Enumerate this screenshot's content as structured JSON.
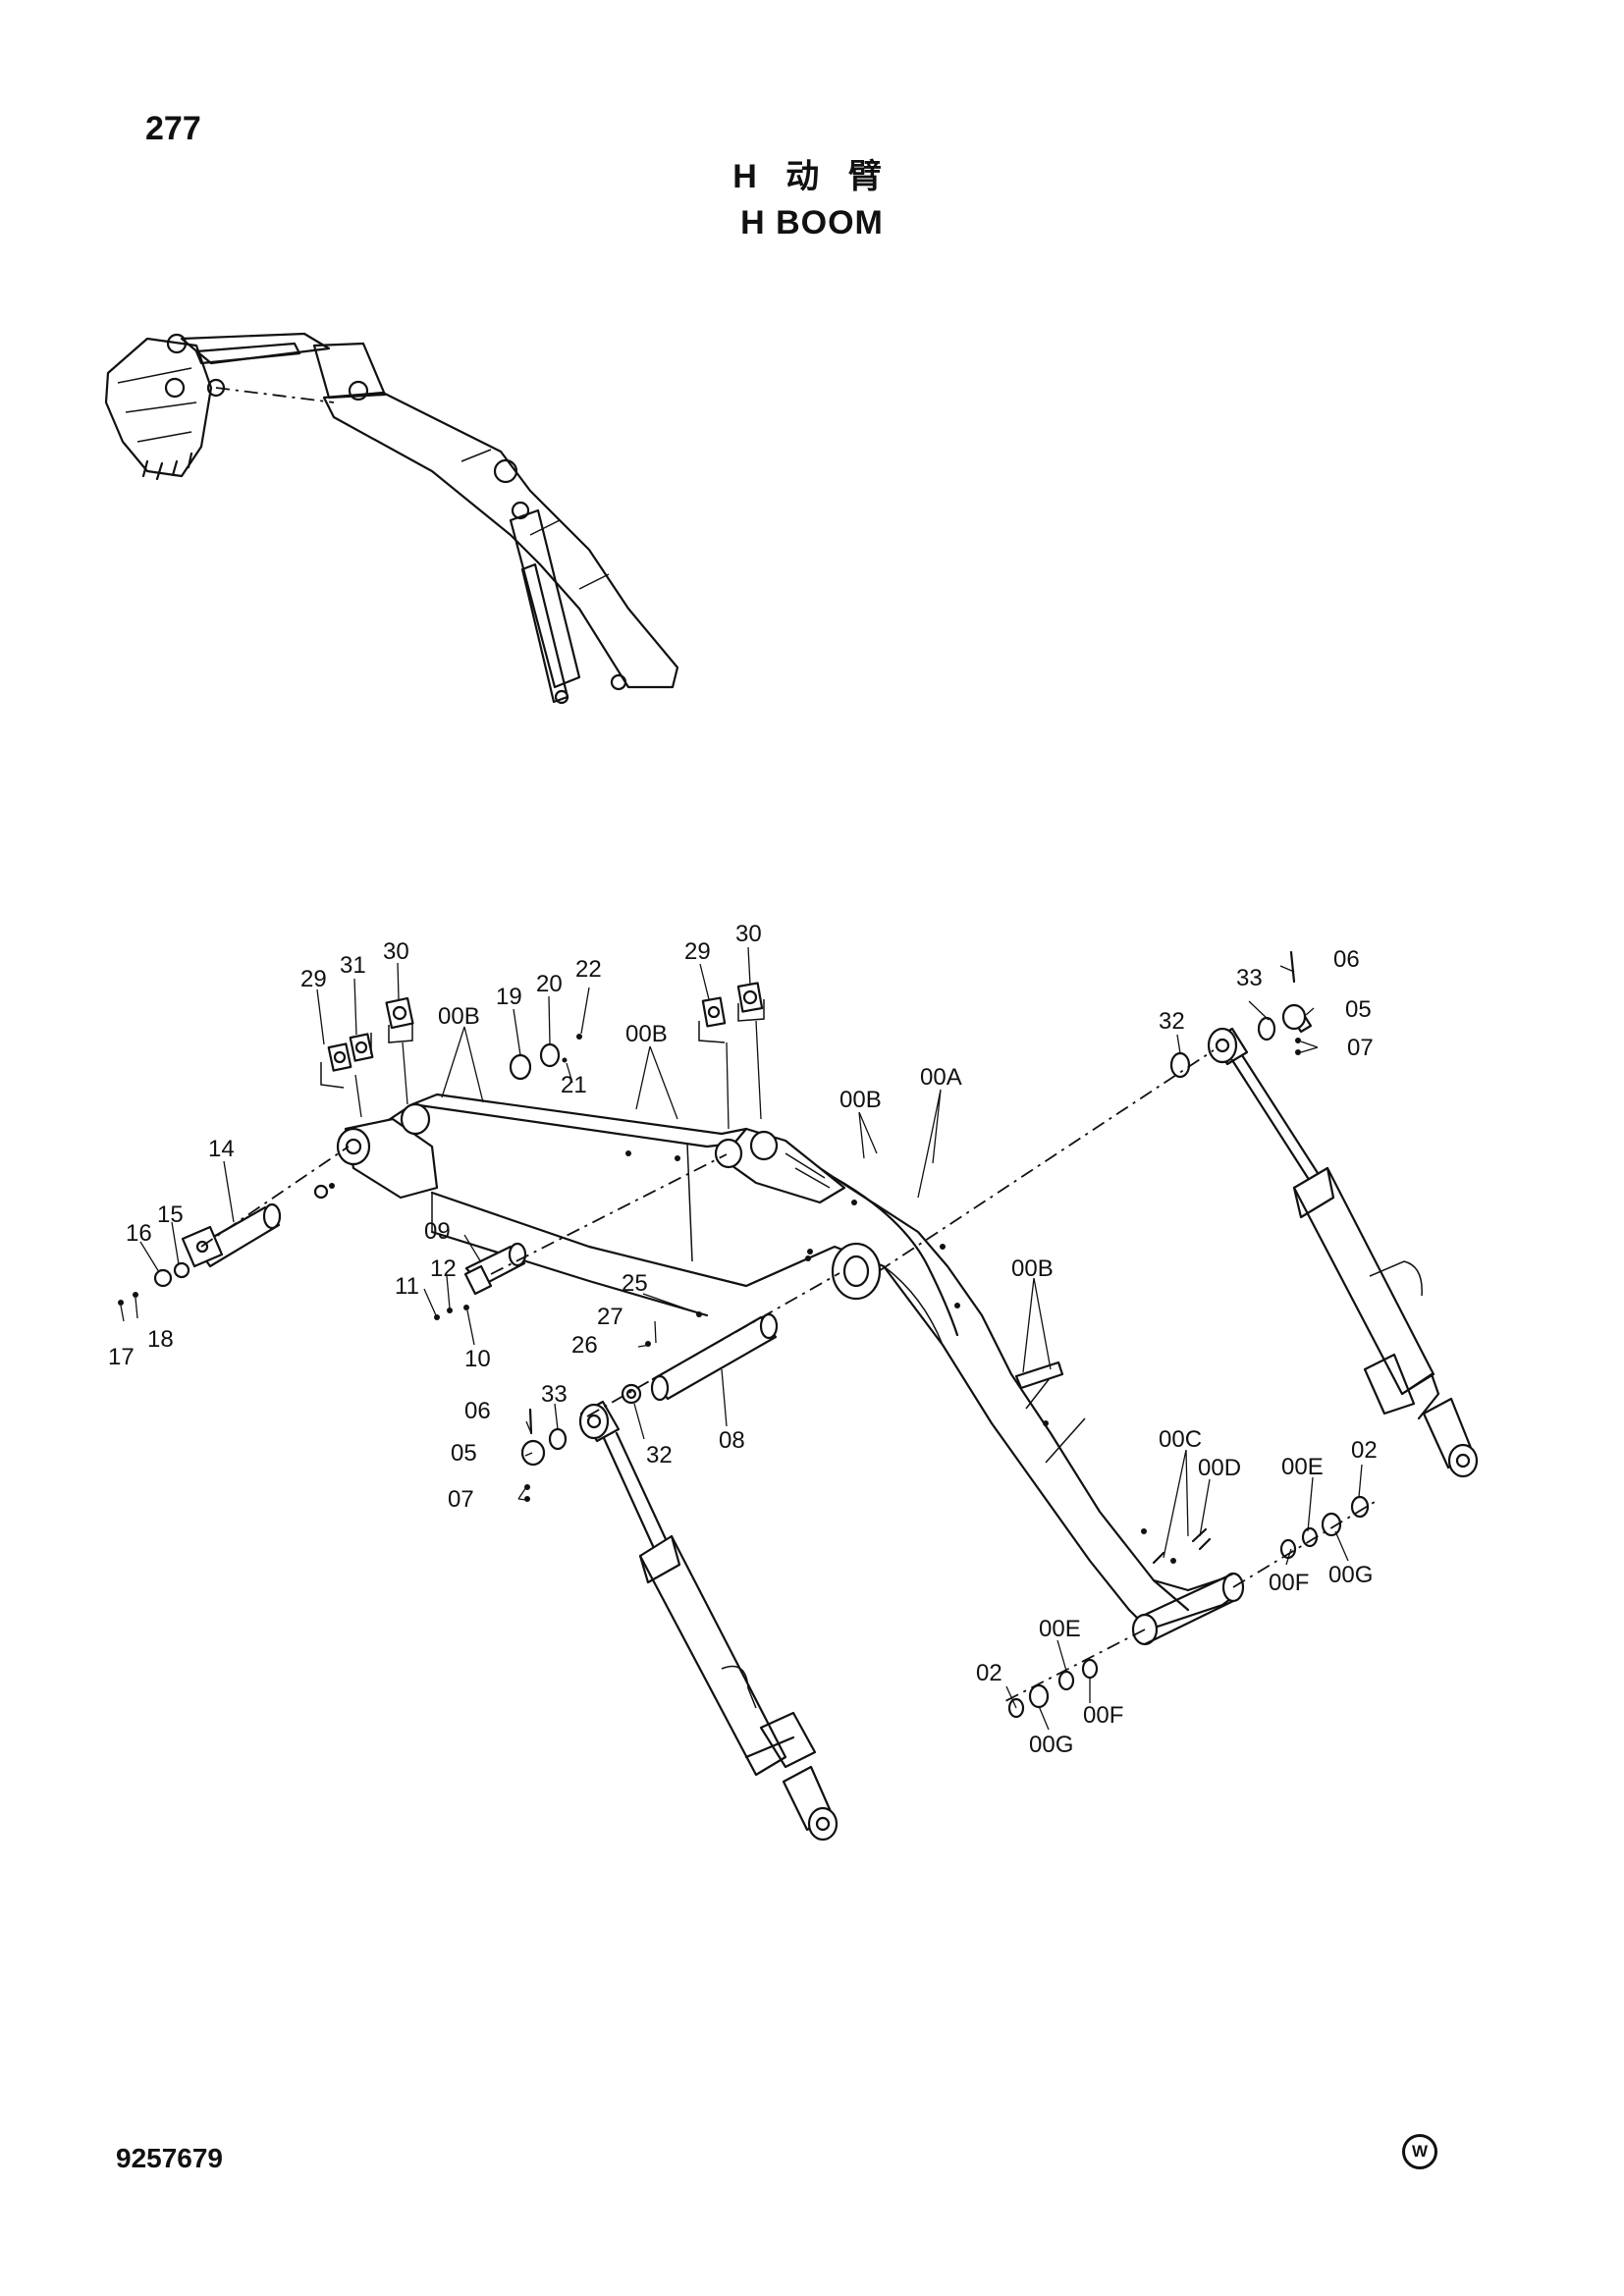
{
  "header": {
    "page_number": "277",
    "title_cn": "H 动 臂",
    "title_en": "H BOOM"
  },
  "footer": {
    "drawing_number": "9257679",
    "copyright_mark": "W"
  },
  "callouts": {
    "l29a": "29",
    "l31": "31",
    "l30a": "30",
    "l00B_1": "00B",
    "l19": "19",
    "l20": "20",
    "l22": "22",
    "l21": "21",
    "l00B_2": "00B",
    "l29b": "29",
    "l30b": "30",
    "l00B_3": "00B",
    "l00A": "00A",
    "l32a": "32",
    "l33a": "33",
    "l06a": "06",
    "l05a": "05",
    "l07a": "07",
    "l14": "14",
    "l16": "16",
    "l15": "15",
    "l17": "17",
    "l18": "18",
    "l09": "09",
    "l11": "11",
    "l12": "12",
    "l10": "10",
    "l25": "25",
    "l27": "27",
    "l26": "26",
    "l00B_4": "00B",
    "l06b": "06",
    "l33b": "33",
    "l05b": "05",
    "l07b": "07",
    "l32b": "32",
    "l08": "08",
    "l00C": "00C",
    "l00D": "00D",
    "l00Ea": "00E",
    "l02a": "02",
    "l00Fa": "00F",
    "l00Ga": "00G",
    "l00Eb": "00E",
    "l02b": "02",
    "l00Fb": "00F",
    "l00Gb": "00G"
  }
}
